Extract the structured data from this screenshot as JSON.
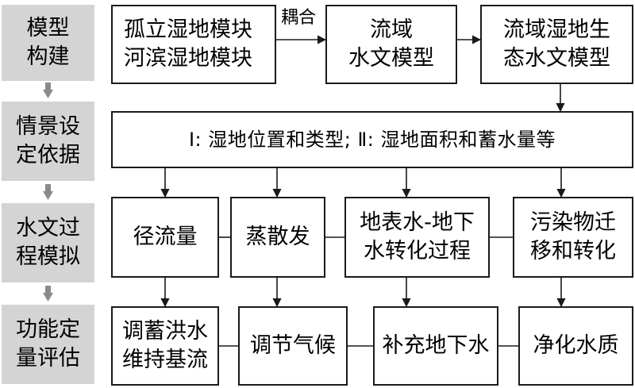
{
  "stages": [
    {
      "label": "模型\n构建"
    },
    {
      "label": "情景设\n定依据"
    },
    {
      "label": "水文过\n程模拟"
    },
    {
      "label": "功能定\n量评估"
    }
  ],
  "row1": {
    "modules": "孤立湿地模块\n河滨湿地模块",
    "coupling": "耦合",
    "basin_model": "流域\n水文模型",
    "eco_model": "流域湿地生\n态水文模型"
  },
  "row2": {
    "basis": "Ⅰ: 湿地位置和类型; Ⅱ: 湿地面积和蓄水量等"
  },
  "row3": {
    "items": [
      "径流量",
      "蒸散发",
      "地表水-地下\n水转化过程",
      "污染物迁\n移和转化"
    ]
  },
  "row4": {
    "items": [
      "调蓄洪水\n维持基流",
      "调节气候",
      "补充地下水",
      "净化水质"
    ]
  },
  "colors": {
    "label_bg": "#d4d4d4",
    "side_arrow": "#8a8a8a",
    "line": "#1a1a1a"
  }
}
